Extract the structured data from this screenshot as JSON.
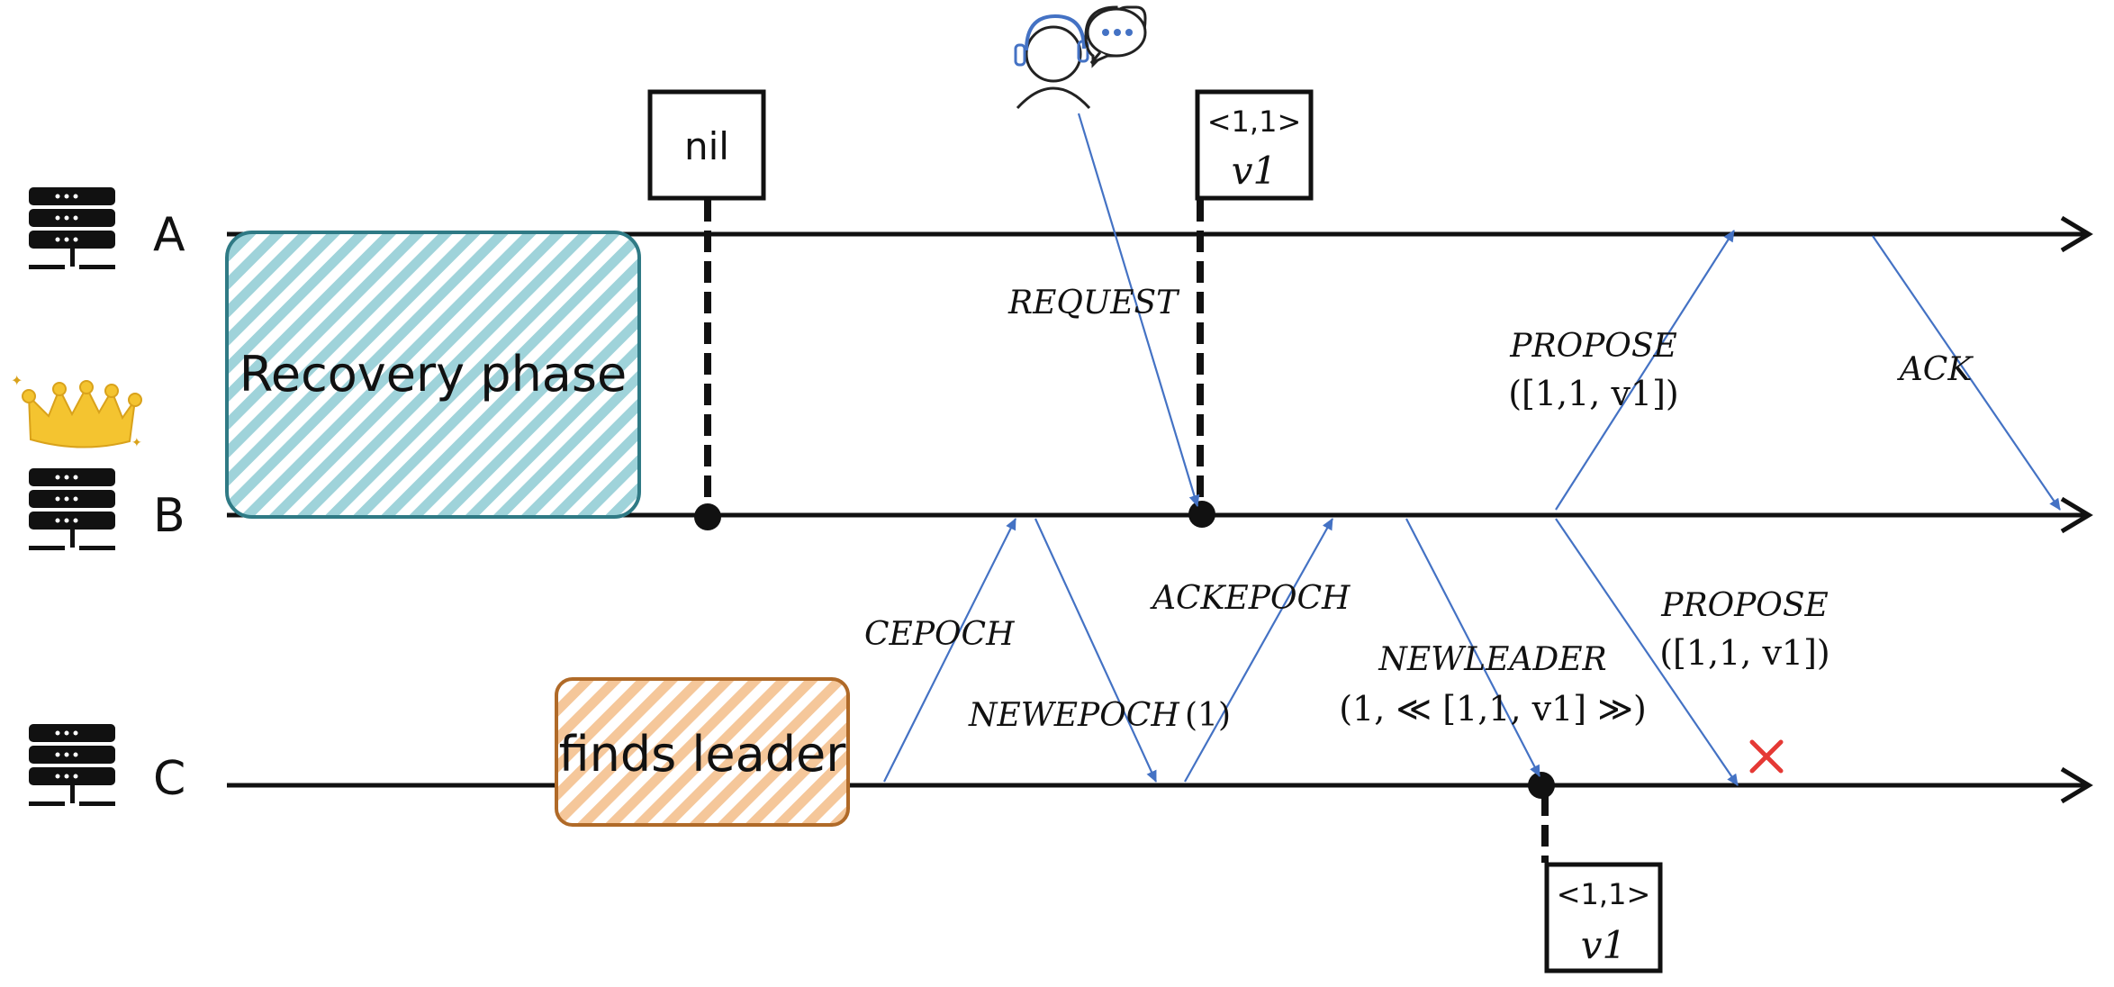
{
  "nodes": [
    {
      "id": "A",
      "label": "A"
    },
    {
      "id": "B",
      "label": "B"
    },
    {
      "id": "C",
      "label": "C"
    }
  ],
  "phases": {
    "recovery": "Recovery phase",
    "finds_leader": "finds leader"
  },
  "log_boxes": {
    "a_nil": "nil",
    "a_entry_top": "<1,1>",
    "a_entry_bottom": "v1",
    "c_entry_top": "<1,1>",
    "c_entry_bottom": "v1"
  },
  "messages": {
    "request": "REQUEST",
    "cepoch": "CEPOCH",
    "newepoch": "NEWEPOCH",
    "newepoch_arg": "(1)",
    "ackepoch": "ACKEPOCH",
    "newleader": "NEWLEADER",
    "newleader_arg": "(1, ≪ [1,1, v1] ≫)",
    "propose_a": "PROPOSE",
    "propose_a_arg": "([1,1, v1])",
    "ack": "ACK",
    "propose_c": "PROPOSE",
    "propose_c_arg": "([1,1, v1])"
  },
  "colors": {
    "message_arrow": "#4472c4",
    "recovery_fill": "#9fd3da",
    "recovery_border": "#2f7a85",
    "finds_leader_fill": "#f5c79a",
    "finds_leader_border": "#b06a28",
    "lost_mark": "#e53935",
    "crown": "#f4c430"
  },
  "icons": [
    "server-icon",
    "crown-icon",
    "client-icon",
    "speech-bubble-icon",
    "cross-icon"
  ]
}
